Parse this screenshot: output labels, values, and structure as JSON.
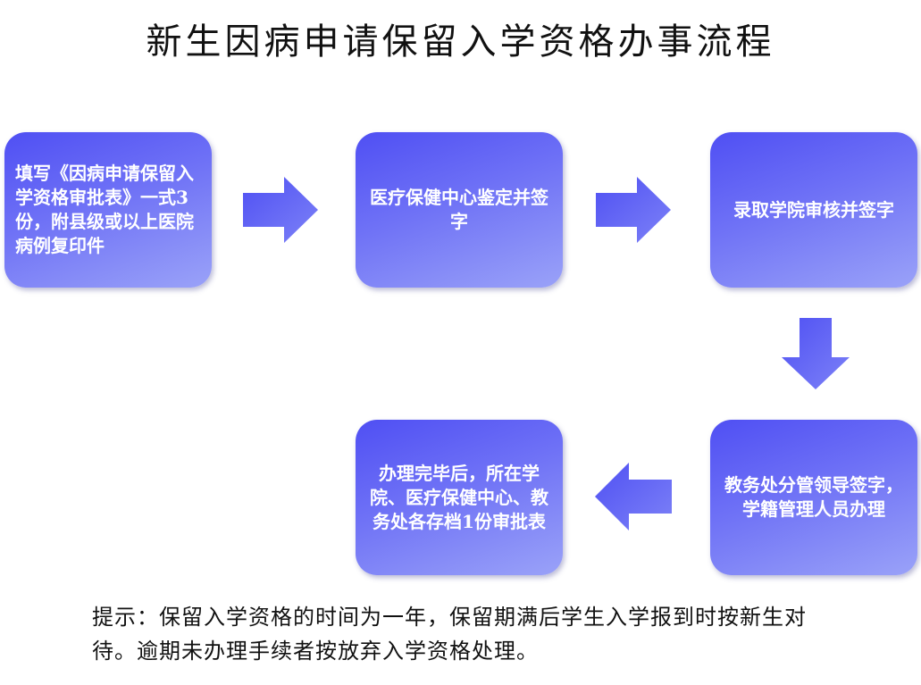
{
  "title": "新生因病申请保留入学资格办事流程",
  "steps": [
    {
      "text": "填写《因病申请保留入学资格审批表》一式3份，附县级或以上医院病例复印件"
    },
    {
      "text": "医疗保健中心鉴定并签字"
    },
    {
      "text": "录取学院审核并签字"
    },
    {
      "text": "教务处分管领导签字，学籍管理人员办理"
    },
    {
      "text": "办理完毕后，所在学院、医疗保健中心、教务处各存档1份审批表"
    }
  ],
  "tip": "提示：保留入学资格的时间为一年，保留期满后学生入学报到时按新生对待。逾期未办理手续者按放弃入学资格处理。",
  "colors": {
    "box_start": "#4f4ff3",
    "box_end": "#9aa2f8",
    "arrow": "#5b5ef4"
  }
}
